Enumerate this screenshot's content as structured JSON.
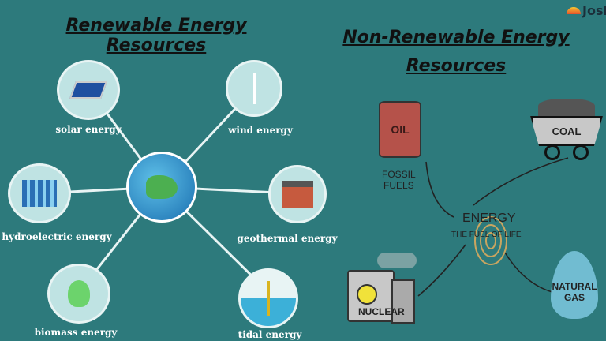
{
  "logo": {
    "text": "Josh"
  },
  "renewable": {
    "title": "Renewable Energy Resources",
    "items": [
      {
        "label": "solar energy",
        "icon": "solar-panel-house"
      },
      {
        "label": "wind energy",
        "icon": "wind-turbine"
      },
      {
        "label": "hydroelectric energy",
        "icon": "dam"
      },
      {
        "label": "geothermal energy",
        "icon": "geothermal-house"
      },
      {
        "label": "biomass energy",
        "icon": "bulb-leaf"
      },
      {
        "label": "tidal energy",
        "icon": "tidal-turbine"
      }
    ]
  },
  "nonrenewable": {
    "title_line1": "Non-Renewable Energy",
    "title_line2": "Resources",
    "center": {
      "title": "ENERGY",
      "subtitle": "THE FUEL OF LIFE"
    },
    "oil": {
      "barrel_label": "OIL",
      "caption_line1": "FOSSIL",
      "caption_line2": "FUELS"
    },
    "coal": {
      "label": "COAL"
    },
    "nuclear": {
      "label": "NUCLEAR"
    },
    "gas": {
      "line1": "NATURAL",
      "line2": "GAS"
    }
  },
  "colors": {
    "background": "#2d7a7c",
    "circle": "#bfe3e3",
    "oil": "#b5524a"
  }
}
